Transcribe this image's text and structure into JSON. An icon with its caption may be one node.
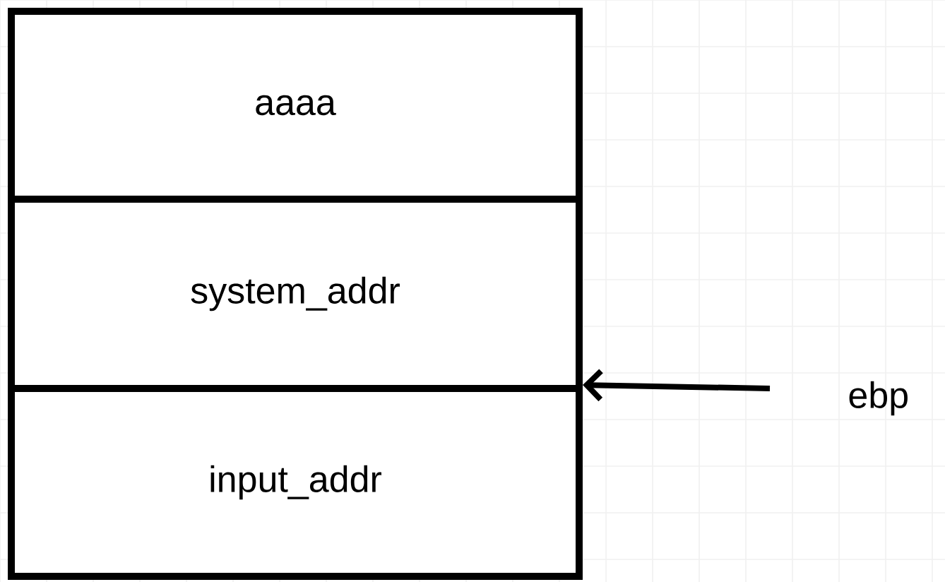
{
  "diagram": {
    "nodes": [
      {
        "text": [
          "aaaa"
        ]
      },
      {
        "text": [
          "system_addr"
        ]
      },
      {
        "text": [
          "input_addr"
        ]
      }
    ],
    "edges": [
      {
        "from": null,
        "to": 2,
        "arrow": "to"
      }
    ],
    "labels": [
      "ebp"
    ]
  }
}
